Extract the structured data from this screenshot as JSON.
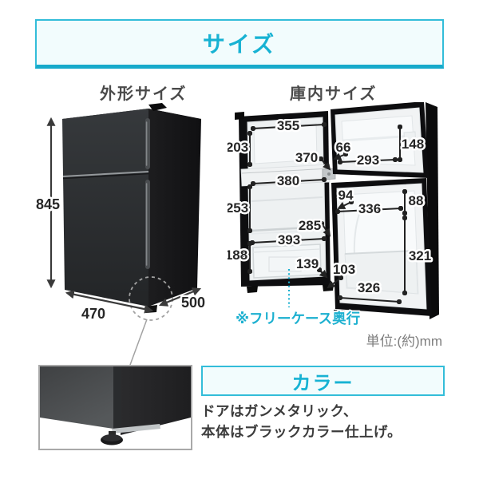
{
  "header": {
    "title": "サイズ"
  },
  "exterior": {
    "heading": "外形サイズ",
    "height_mm": "845",
    "width_mm": "470",
    "depth_mm": "500"
  },
  "interior": {
    "heading": "庫内サイズ",
    "freezer": {
      "width": "355",
      "height": "203",
      "depth": "370"
    },
    "freezer_door": {
      "pocket_depth": "66",
      "width": "293",
      "height": "148"
    },
    "fridge": {
      "width_upper": "380",
      "height_upper": "253",
      "shelf_depth": "285",
      "width_lower": "393",
      "height_lower": "188",
      "free_case_depth": "139"
    },
    "fridge_door": {
      "pocket_depth_upper": "94",
      "width_upper": "336",
      "height_upper": "88",
      "height_lower": "321",
      "pocket_depth_lower": "103",
      "width_lower": "326"
    },
    "note": "※フリーケース奥行",
    "unit": "単位:(約)mm"
  },
  "color_section": {
    "heading": "カラー",
    "line1": "ドアはガンメタリック、",
    "line2": "本体はブラックカラー仕上げ。"
  },
  "colors": {
    "accent": "#17b2d3",
    "accent_border": "#33bdd9",
    "panel_bg": "#f2fcfd",
    "heading_gray": "#4a4a4a",
    "dim_label": "#262626",
    "unit_gray": "#7d7d7d",
    "fridge_black": "#141416",
    "door_gunmetal": "#46484a"
  }
}
